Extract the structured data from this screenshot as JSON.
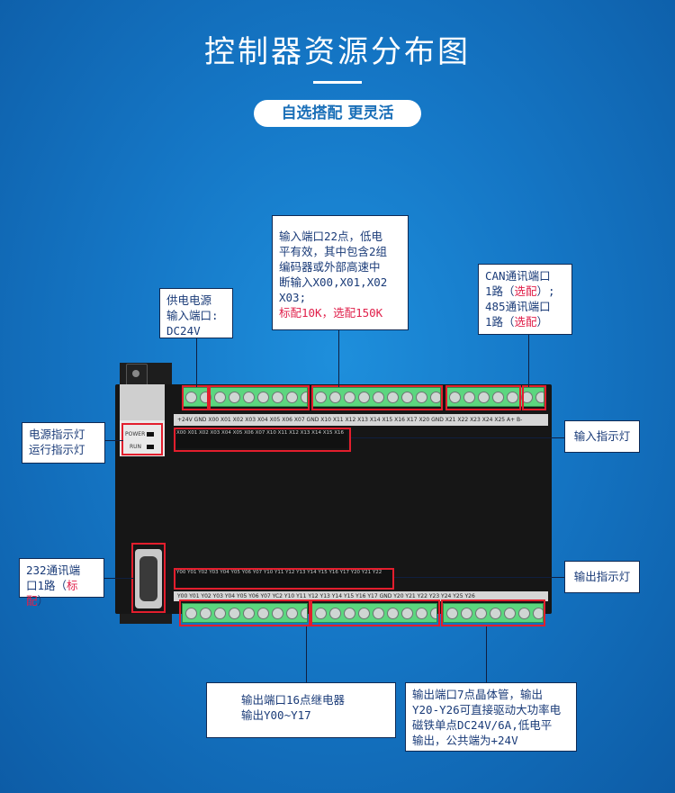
{
  "header": {
    "title": "控制器资源分布图",
    "subtitle": "自选搭配 更灵活"
  },
  "callouts": {
    "power_input": [
      "供电电源",
      "输入端口:",
      "DC24V"
    ],
    "digital_input": {
      "lines": [
        "输入端口22点，低电",
        "平有效，其中包含2组",
        "编码器或外部高速中",
        "断输入X00,X01,X02",
        "X03;"
      ],
      "highlight": "标配10K，选配150K"
    },
    "can_485": {
      "line1_prefix": "CAN通讯端口",
      "line2_prefix": "1路（",
      "line2_red": "选配",
      "line2_suffix": "）;",
      "line3": "485通讯端口",
      "line4_prefix": "1路（",
      "line4_red": "选配",
      "line4_suffix": "）"
    },
    "status_leds": [
      "电源指示灯",
      "运行指示灯"
    ],
    "input_indicator": "输入指示灯",
    "output_indicator": "输出指示灯",
    "rs232": {
      "line1": "232通讯端",
      "line2_prefix": "口1路（",
      "line2_red": "标配",
      "line2_suffix": "）"
    },
    "relay_output": [
      "输出端口16点继电器",
      "输出Y00~Y17"
    ],
    "transistor_output": [
      "输出端口7点晶体管，输出",
      "Y20-Y26可直接驱动大功率电",
      "磁铁单点DC24V/6A,低电平",
      "输出，公共端为+24V"
    ]
  },
  "device": {
    "status_power": "POWER",
    "status_run": "RUN",
    "top_terminal_label": "+24V GND X00 X01 X02 X03 X04 X05 X06 X07  GND X10 X11 X12 X13 X14 X15 X16 X17 X20   GND X21 X22 X23 X24 X25 A+ B-",
    "input_led_label": "X00 X01 X02 X03 X04 X05 X06 X07   X10 X11   X12 X13 X14 X15 X16",
    "output_led_label": "Y00 Y01 Y02 Y03 Y04 Y05 Y06 Y07   Y10 Y11 Y12 Y13 Y14 Y15   Y16 Y17 Y20 Y21 Y22",
    "bottom_terminal_label": "Y00 Y01 Y02 Y03 Y04 Y05 Y06 Y07  YC2 Y10 Y11 Y12 Y13 Y14 Y15 Y16 Y17   GND Y20 Y21 Y22 Y23 Y24 Y25 Y26"
  },
  "colors": {
    "highlight_red": "#e0204b",
    "terminal_green": "#5cd67f",
    "callout_text": "#1a3b78"
  }
}
